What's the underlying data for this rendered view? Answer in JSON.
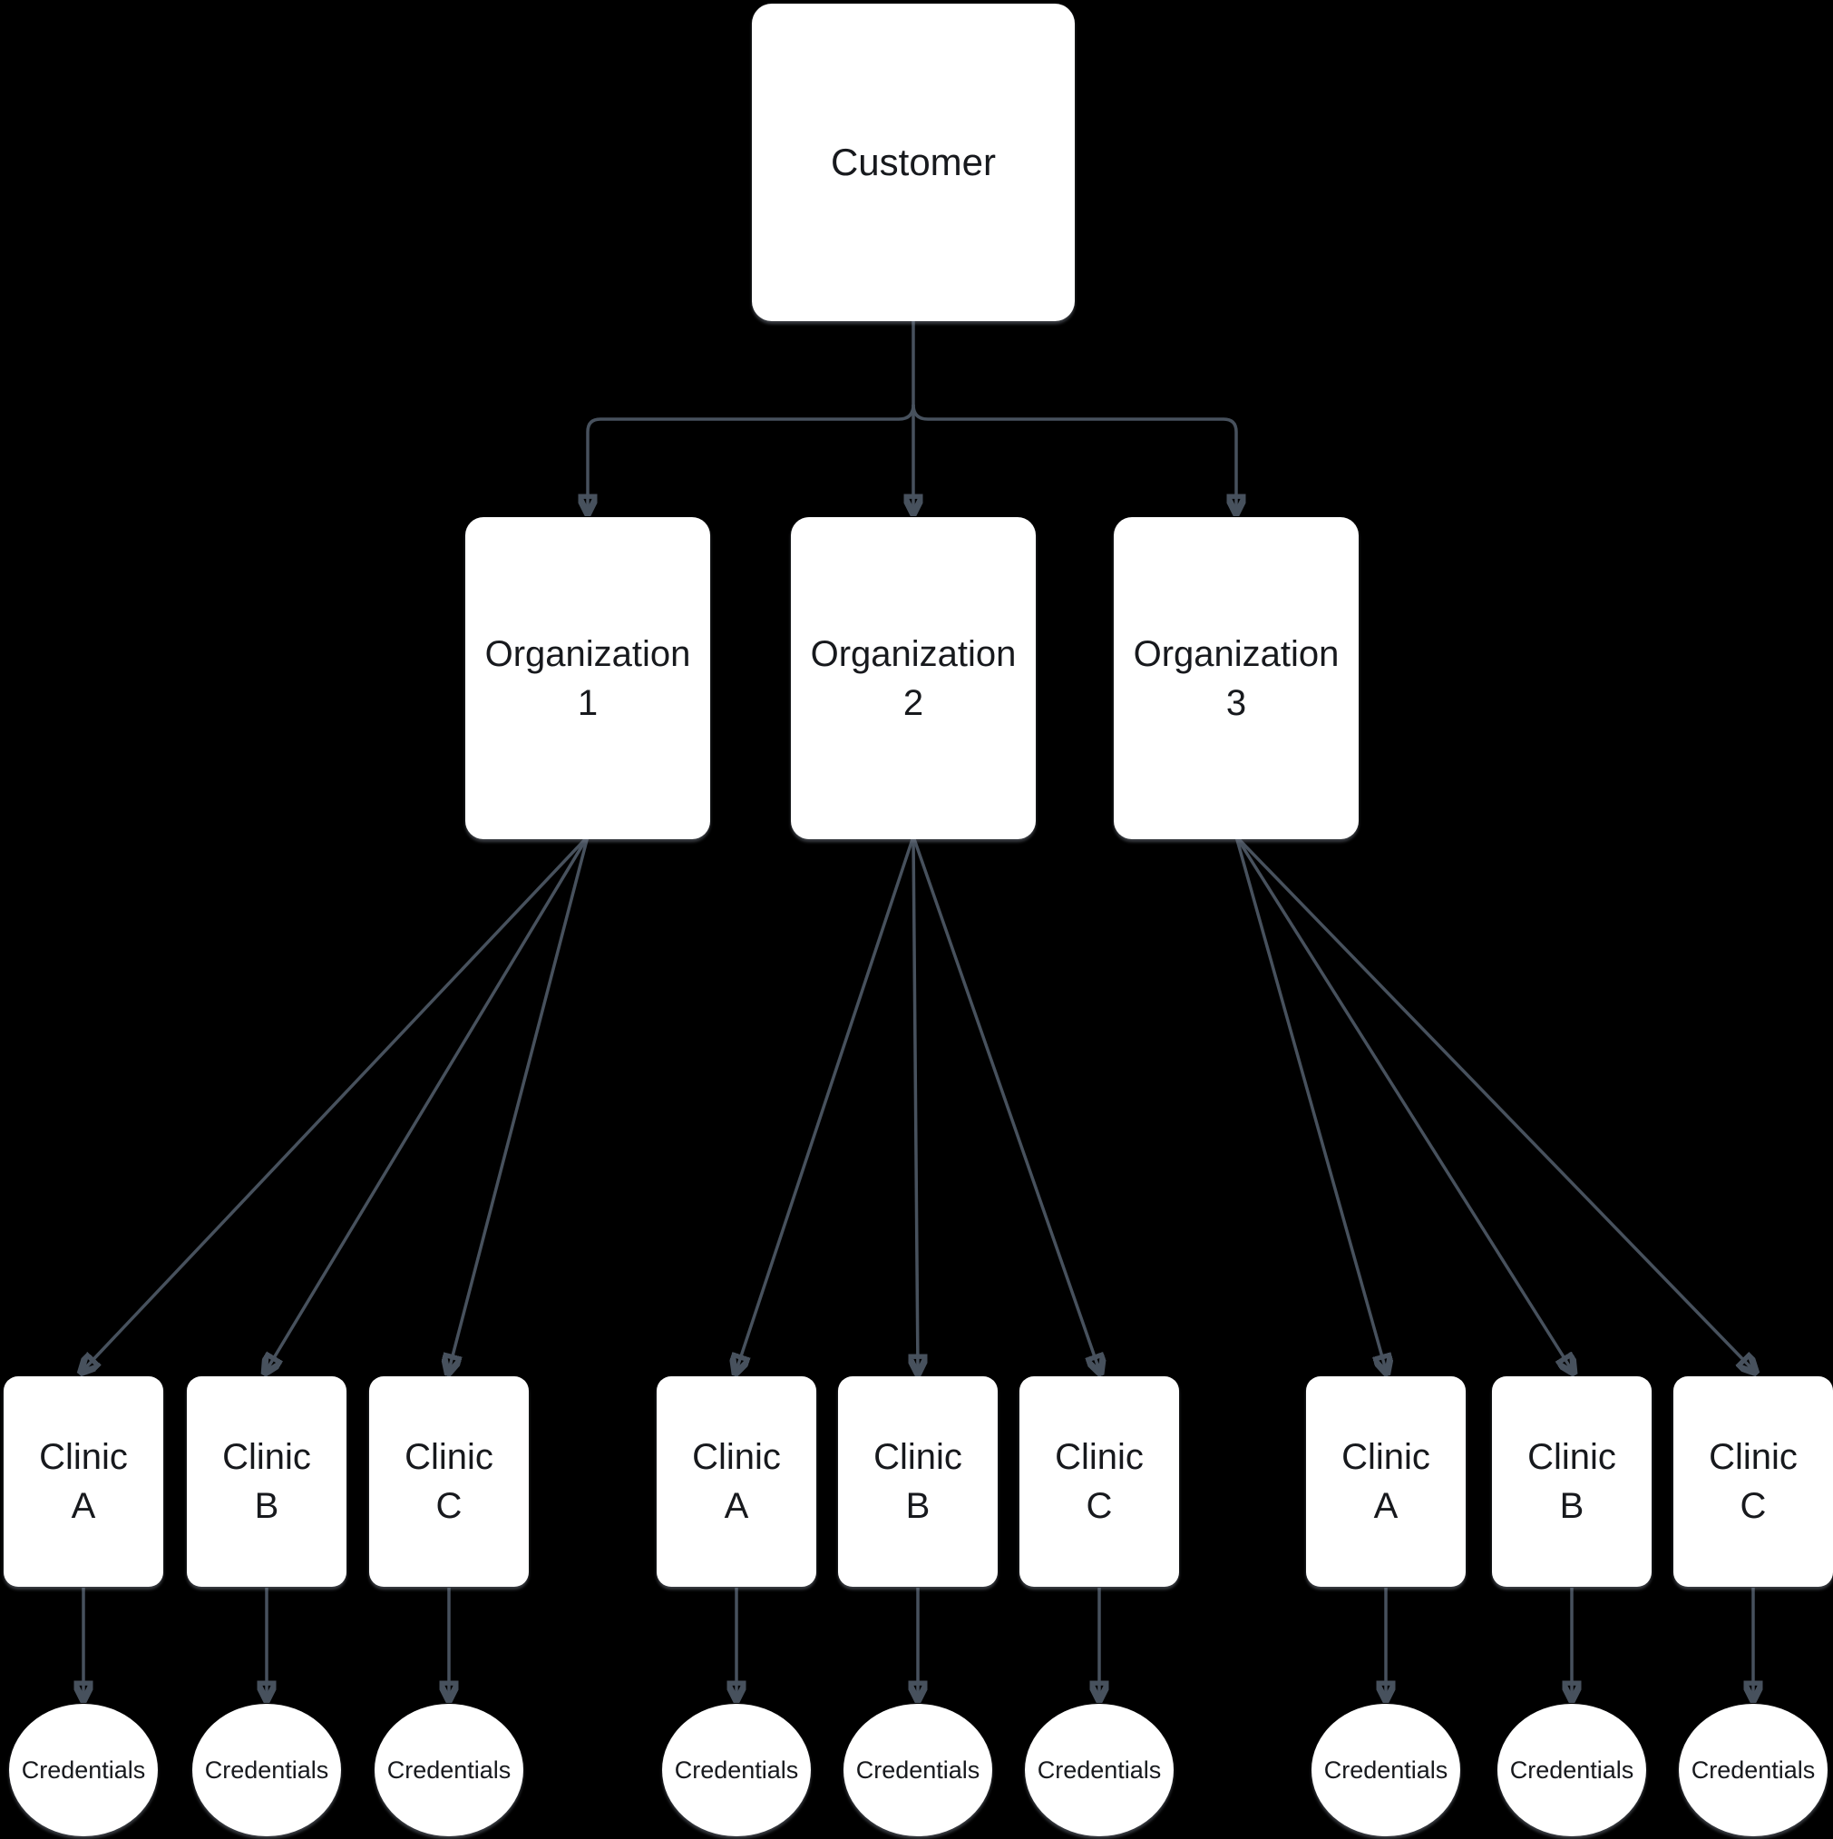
{
  "diagram": {
    "background_color": "#000000",
    "node_fill_color": "#ffffff",
    "node_text_color": "#17191d",
    "connector_color": "#47515d",
    "customer": {
      "label": "Customer"
    },
    "organizations": [
      {
        "label": "Organization\n1"
      },
      {
        "label": "Organization\n2"
      },
      {
        "label": "Organization\n3"
      }
    ],
    "groups": [
      {
        "clinics": [
          {
            "label": "Clinic\nA"
          },
          {
            "label": "Clinic\nB"
          },
          {
            "label": "Clinic\nC"
          }
        ],
        "credentials": [
          {
            "label": "Credentials"
          },
          {
            "label": "Credentials"
          },
          {
            "label": "Credentials"
          }
        ]
      },
      {
        "clinics": [
          {
            "label": "Clinic\nA"
          },
          {
            "label": "Clinic\nB"
          },
          {
            "label": "Clinic\nC"
          }
        ],
        "credentials": [
          {
            "label": "Credentials"
          },
          {
            "label": "Credentials"
          },
          {
            "label": "Credentials"
          }
        ]
      },
      {
        "clinics": [
          {
            "label": "Clinic\nA"
          },
          {
            "label": "Clinic\nB"
          },
          {
            "label": "Clinic\nC"
          }
        ],
        "credentials": [
          {
            "label": "Credentials"
          },
          {
            "label": "Credentials"
          },
          {
            "label": "Credentials"
          }
        ]
      }
    ]
  }
}
